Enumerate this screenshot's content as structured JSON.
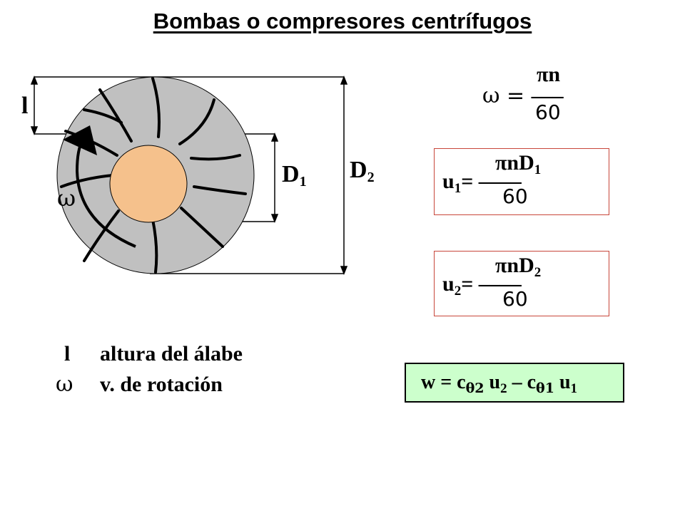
{
  "title": "Bombas o compresores centrífugos",
  "diagram": {
    "label_l": "l",
    "label_D1_base": "D",
    "label_D1_sub": "1",
    "label_D2_base": "D",
    "label_D2_sub": "2",
    "label_omega": "ω",
    "colors": {
      "impeller": "#c0c0c0",
      "hub": "#f5c18c",
      "formula_border": "#c8463a",
      "work_box": "#ccffcc"
    }
  },
  "formulas": {
    "omega": {
      "lhs": "ω = ",
      "num": "πn",
      "dash": "‒‒‒",
      "den": "60"
    },
    "u1": {
      "lhs_base": "u",
      "lhs_sub": "1",
      "eq": "= ",
      "dash": "‒‒‒‒",
      "num_base": "πnD",
      "num_sub": "1",
      "den": "60"
    },
    "u2": {
      "lhs_base": "u",
      "lhs_sub": "2",
      "eq": "= ",
      "dash": "‒‒‒‒",
      "num_base": "πnD",
      "num_sub": "2",
      "den": "60"
    },
    "work": {
      "w": "w = c",
      "sub1": "θ2",
      "mid": " u",
      "sub2": "2",
      "minus": " – c",
      "sub3": "θ1",
      "end": " u",
      "sub4": "1"
    }
  },
  "legend": [
    {
      "symbol": "l",
      "text": "altura del álabe"
    },
    {
      "symbol": "ω",
      "text": "v. de rotación"
    }
  ]
}
